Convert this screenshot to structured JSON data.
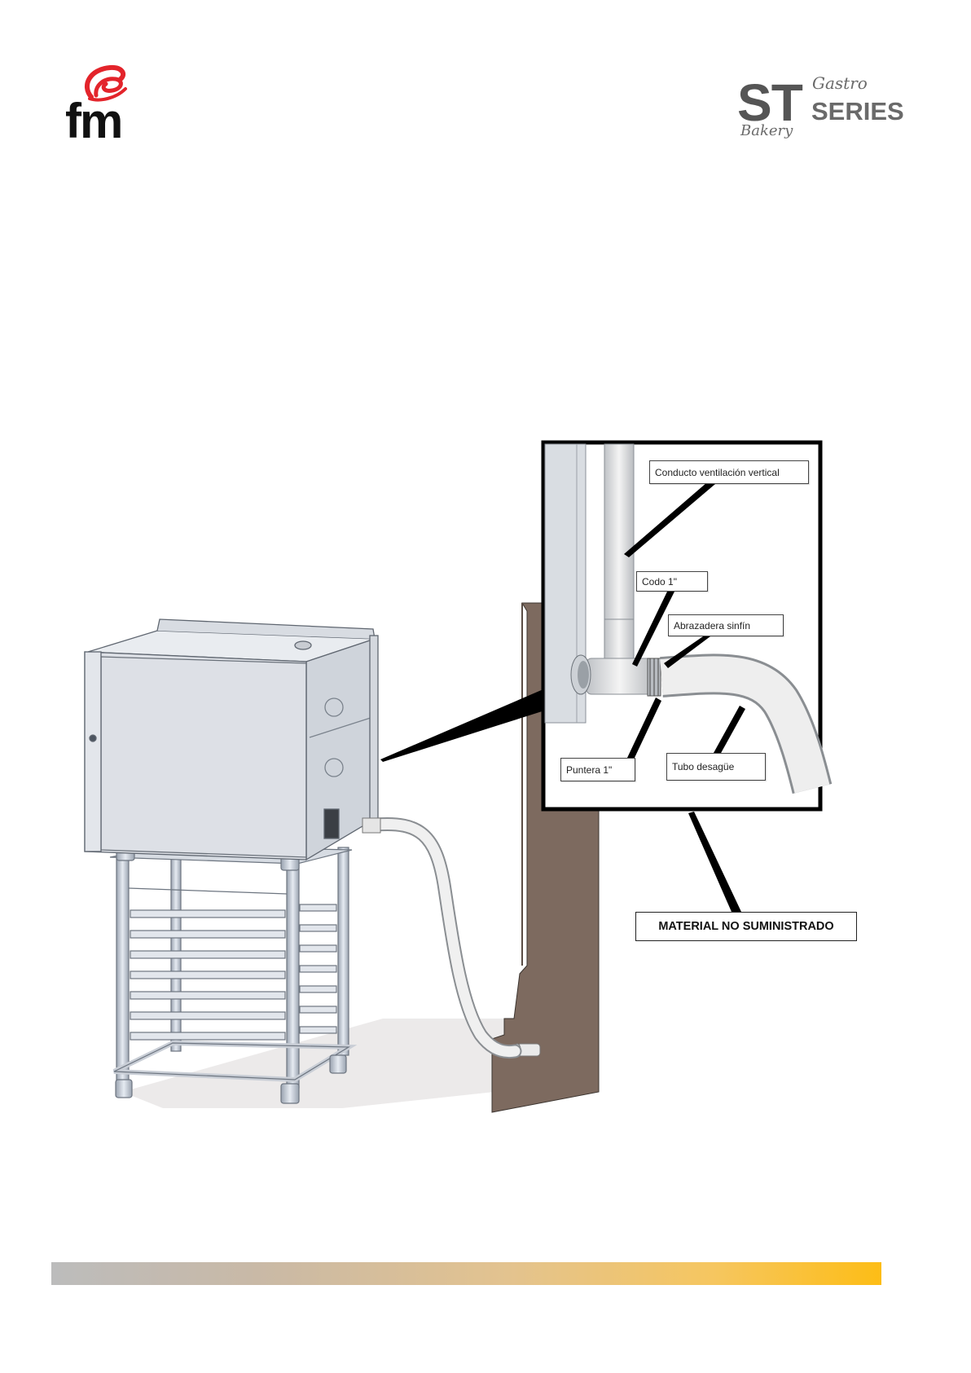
{
  "header": {
    "left_logo": {
      "text": "fm",
      "icon": "fm-swirl-logo-icon",
      "color": "#e3242b"
    },
    "right_logo": {
      "big": "ST",
      "series": "SERIES",
      "top_script": "Gastro",
      "bottom_script": "Bakery"
    }
  },
  "diagram": {
    "callouts": {
      "conducto": "Conducto ventilación vertical",
      "codo": "Codo 1\"",
      "abrazadera": "Abrazadera sinfín",
      "tubo": "Tubo desagüe",
      "puntera": "Puntera 1\"",
      "material": "MATERIAL NO SUMINISTRADO"
    },
    "colors": {
      "wall": "#7d6a5f",
      "oven_body": "#dde0e6",
      "pipe": "#e6e6e6",
      "callout_frame": "#000000"
    }
  },
  "footer": {
    "bar_colors": [
      "#bcbcbc",
      "#c9b9a6",
      "#e3c38f",
      "#f6c65f",
      "#fdbd16"
    ]
  }
}
